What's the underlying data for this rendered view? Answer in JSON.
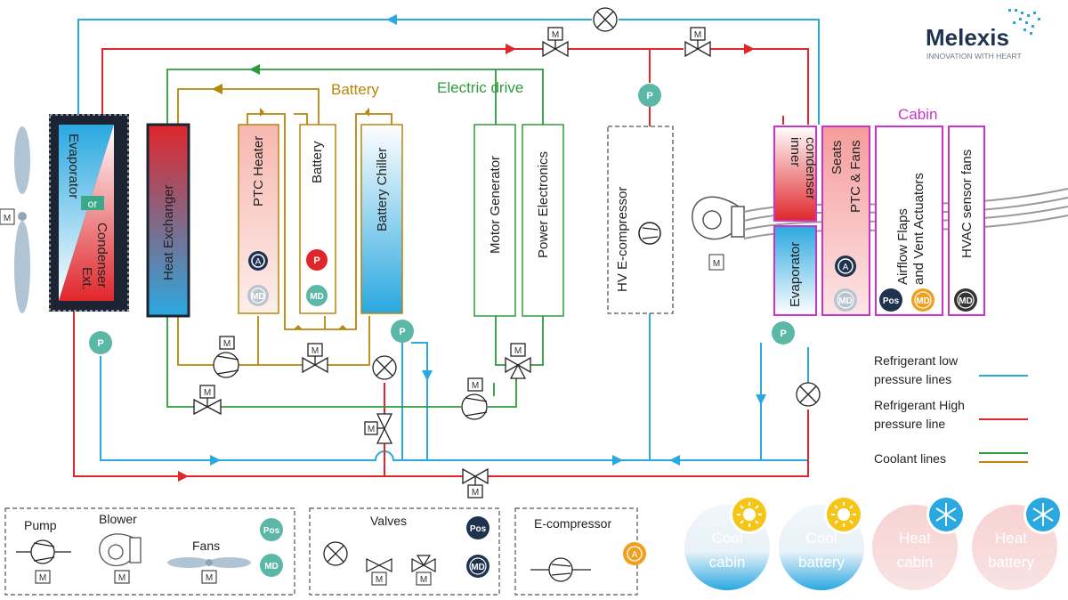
{
  "brand": {
    "name": "Melexis",
    "tagline": "INNOVATION WITH HEART"
  },
  "colors": {
    "refrigerant_low": "#2aa8e0",
    "refrigerant_high": "#e0262b",
    "coolant_battery": "#b8860b",
    "coolant_drive": "#2e9a3c",
    "cabin_box": "#cc33cc",
    "teal_badge": "#5bb8a6",
    "navy_badge": "#1f3350",
    "orange_badge": "#f0a020",
    "red_badge": "#e0262b"
  },
  "group_labels": {
    "battery": "Battery",
    "electric_drive": "Electric drive",
    "cabin": "Cabin"
  },
  "components": {
    "evaporator": "Evaporator",
    "or": "or",
    "condenser": "Condenser",
    "ext": "Ext.",
    "heat_exchanger": "Heat Exchanger",
    "ptc_heater": "PTC Heater",
    "battery": "Battery",
    "battery_chiller": "Battery Chiller",
    "motor_generator": "Motor Generator",
    "power_electronics": "Power Electronics",
    "hv_ecompressor": "HV E-compressor",
    "inner": "inner",
    "inner_condenser": "condenser",
    "cabin_evaporator": "Evaporator",
    "seats": "Seats",
    "ptc_fans": "PTC & Fans",
    "airflow_1": "Airflow Flaps",
    "airflow_2": "and Vent Actuators",
    "hvac_fans": "HVAC sensor fans"
  },
  "badges": {
    "A": "A",
    "P": "P",
    "MD": "MD",
    "Pos": "Pos",
    "M": "M"
  },
  "legend_lines": [
    {
      "line1": "Refrigerant low",
      "line2": "pressure lines",
      "color": "#2aa8e0"
    },
    {
      "line1": "Refrigerant High",
      "line2": "pressure line",
      "color": "#e0262b"
    },
    {
      "line1": "Coolant lines",
      "line2": "",
      "color": "#2e9a3c",
      "color2": "#b8860b"
    }
  ],
  "key": {
    "pump": "Pump",
    "blower": "Blower",
    "fans": "Fans",
    "valves": "Valves",
    "ecompressor": "E-compressor"
  },
  "modes": [
    {
      "line1": "Cool",
      "line2": "cabin",
      "icon": "sun-icon"
    },
    {
      "line1": "Cool",
      "line2": "battery",
      "icon": "sun-icon"
    },
    {
      "line1": "Heat",
      "line2": "cabin",
      "icon": "snowflake-icon"
    },
    {
      "line1": "Heat",
      "line2": "battery",
      "icon": "snowflake-icon"
    }
  ]
}
